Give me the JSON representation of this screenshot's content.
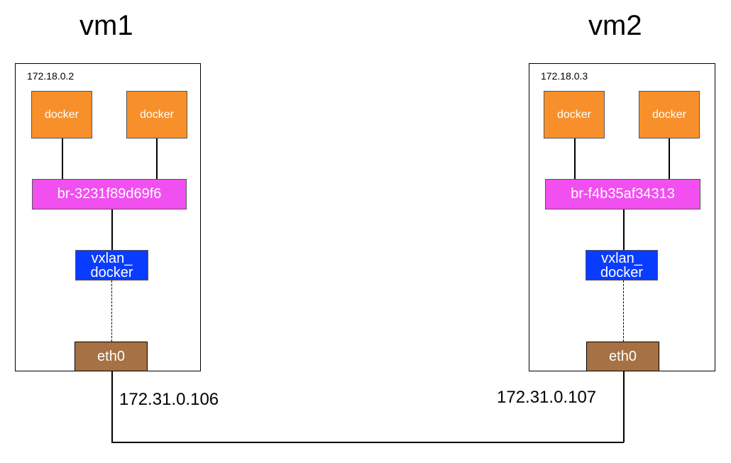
{
  "vms": [
    {
      "title": "vm1",
      "inner_ip": "172.18.0.2",
      "docker_left": "docker",
      "docker_right": "docker",
      "bridge": "br-3231f89d69f6",
      "vxlan_line1": "vxlan_",
      "vxlan_line2": "docker",
      "eth": "eth0",
      "host_ip": "172.31.0.106"
    },
    {
      "title": "vm2",
      "inner_ip": "172.18.0.3",
      "docker_left": "docker",
      "docker_right": "docker",
      "bridge": "br-f4b35af34313",
      "vxlan_line1": "vxlan_",
      "vxlan_line2": "docker",
      "eth": "eth0",
      "host_ip": "172.31.0.107"
    }
  ],
  "colors": {
    "docker": "#f7902a",
    "bridge": "#f24ff0",
    "vxlan": "#0a3cff",
    "eth": "#a67143"
  }
}
